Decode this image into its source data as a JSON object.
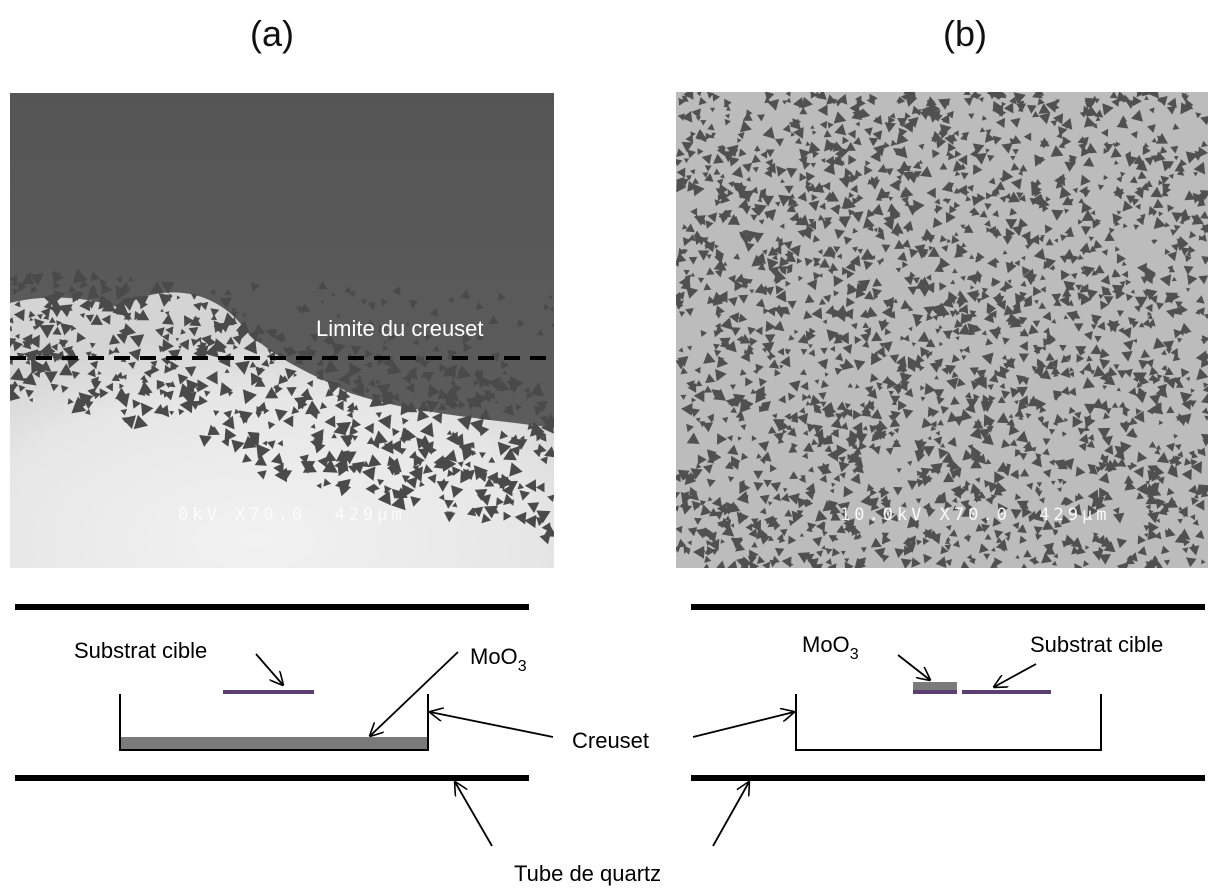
{
  "panels": {
    "a": {
      "label": "(a)",
      "sem_info": "0kV X70.0  429µm",
      "crucible_limit": "Limite du creuset"
    },
    "b": {
      "label": "(b)",
      "sem_info": "10.0kV X70.0  429µm"
    }
  },
  "diagram": {
    "target_substrate": "Substrat cible",
    "moo3": "MoO",
    "moo3_sub": "3",
    "crucible": "Creuset",
    "quartz_tube": "Tube de quartz"
  },
  "colors": {
    "substrate": "#5b3f72",
    "moo3_powder": "#7a7a7a",
    "sem_dark": "#585858",
    "sem_light": "#bdbdbd"
  }
}
